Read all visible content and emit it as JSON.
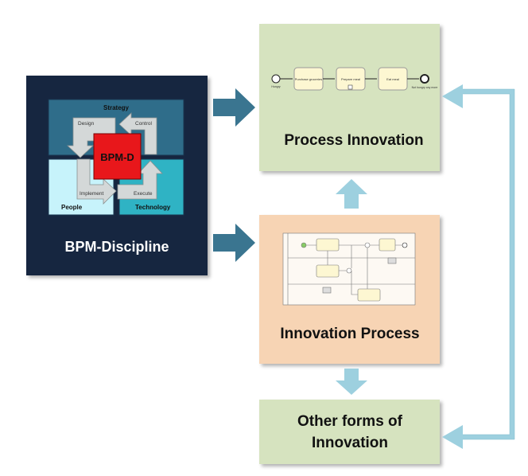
{
  "bpm_d": {
    "title": "BPM-Discipline",
    "center": "BPM-D",
    "quadrants": {
      "strategy": "Strategy",
      "people": "People",
      "technology": "Technology"
    },
    "arrows": {
      "design": "Design",
      "control": "Control",
      "implement": "Implement",
      "execute": "Execute"
    }
  },
  "process_innovation": {
    "title": "Process Innovation",
    "bpmn": {
      "start": "Hungry",
      "tasks": [
        "Purchase groceries",
        "Prepare meal",
        "Eat meal"
      ],
      "end": "Not hungry any more"
    }
  },
  "innovation_process": {
    "title": "Innovation Process"
  },
  "other_forms": {
    "title_line1": "Other forms of",
    "title_line2": "Innovation"
  },
  "colors": {
    "dark_navy": "#12253f",
    "strategy": "#2f6d8a",
    "people": "#c7f3fb",
    "technology": "#2fb3c4",
    "center": "#e8171b",
    "green_box": "#d6e3bf",
    "peach_box": "#f7d4b4",
    "arrow_dark": "#3a7590",
    "arrow_light": "#9dd0df"
  }
}
